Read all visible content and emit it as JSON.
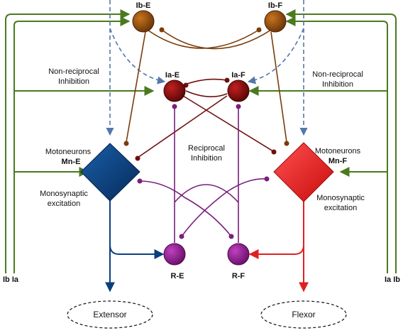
{
  "labels": {
    "ib_e": "Ib-E",
    "ib_f": "Ib-F",
    "ia_e": "Ia-E",
    "ia_f": "Ia-F",
    "r_e": "R-E",
    "r_f": "R-F",
    "nonrecip_left_1": "Non-reciprocal",
    "nonrecip_left_2": "Inhibition",
    "nonrecip_right_1": "Non-reciprocal",
    "nonrecip_right_2": "Inhibition",
    "recip_1": "Reciprocal",
    "recip_2": "Inhibition",
    "moto_left_1": "Motoneurons",
    "moto_left_2": "Mn-E",
    "moto_right_1": "Motoneurons",
    "moto_right_2": "Mn-F",
    "mono_left_1": "Monosynaptic",
    "mono_left_2": "excitation",
    "mono_right_1": "Monosynaptic",
    "mono_right_2": "excitation",
    "input_left": "Ib Ia",
    "input_right": "Ia Ib",
    "extensor": "Extensor",
    "flexor": "Flexor"
  },
  "colors": {
    "afferent_green": "#4a7a1e",
    "ib_brown": "#7a3d0c",
    "ia_darkred": "#6e0f0f",
    "renshaw_purple": "#7a1f7a",
    "mn_e_blue": "#0a3f7f",
    "mn_f_red": "#e02020",
    "descending_dashed": "#5577aa"
  }
}
